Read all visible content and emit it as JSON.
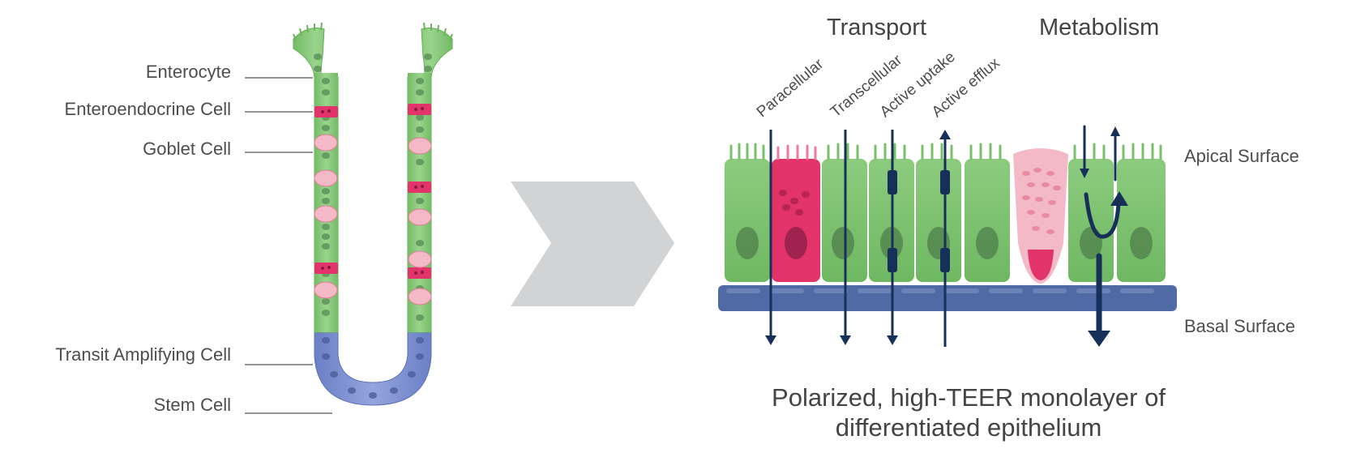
{
  "crypt": {
    "labels": {
      "enterocyte": "Enterocyte",
      "enteroendocrine": "Enteroendocrine Cell",
      "goblet": "Goblet Cell",
      "transit": "Transit Amplifying Cell",
      "stem": "Stem Cell"
    }
  },
  "monolayer": {
    "headers": {
      "transport": "Transport",
      "metabolism": "Metabolism"
    },
    "pathways": {
      "paracellular": "Paracellular",
      "transcellular": "Transcellular",
      "uptake": "Active uptake",
      "efflux": "Active efflux"
    },
    "surfaces": {
      "apical": "Apical Surface",
      "basal": "Basal Surface"
    },
    "caption_line1": "Polarized, high-TEER monolayer of",
    "caption_line2": "differentiated epithelium"
  },
  "colors": {
    "enterocyte": "#8cc97e",
    "enteroendocrine": "#e2336b",
    "goblet": "#f4b9c6",
    "stem": "#7d8fd0",
    "basement": "#4f6aa4",
    "arrow": "#16305a",
    "chevron": "#d2d3d5"
  }
}
